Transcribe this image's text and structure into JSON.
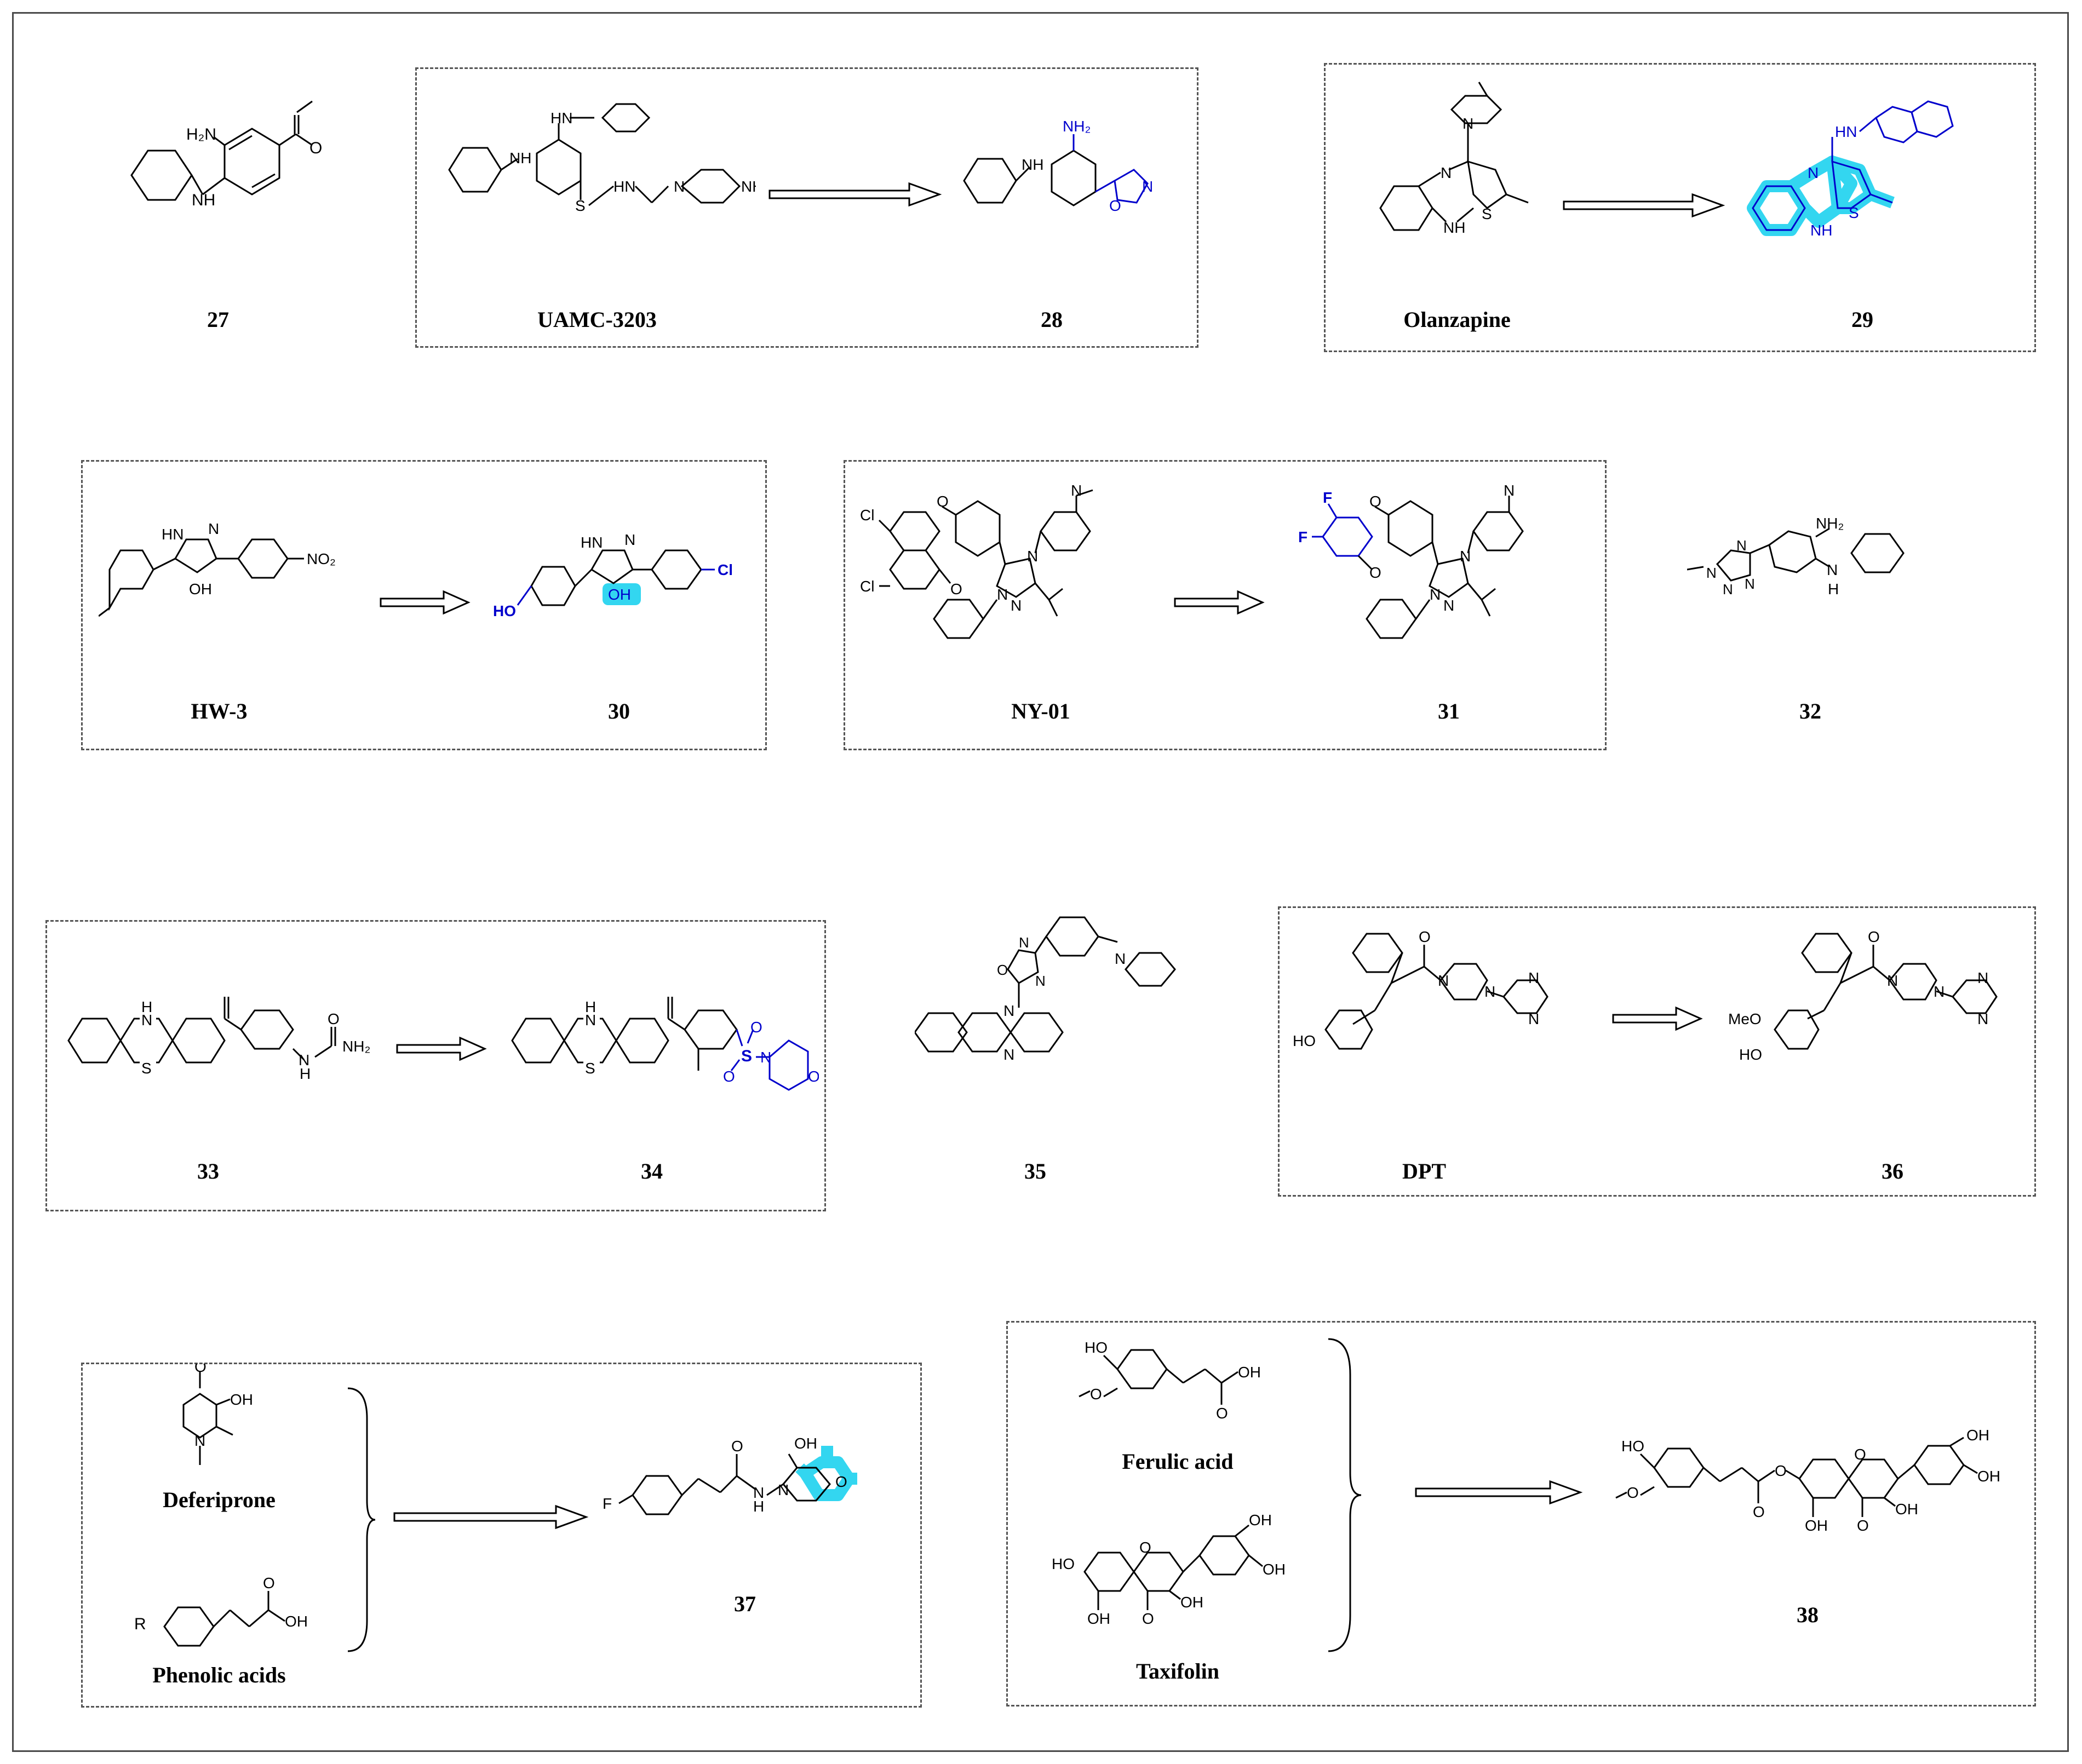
{
  "colors": {
    "bond": "#000000",
    "modified": "#0000cc",
    "highlight": "#33d6f0",
    "frame": "#4a4a4a",
    "panel_border": "#555555"
  },
  "labels": {
    "c27": "27",
    "uamc": "UAMC-3203",
    "c28": "28",
    "olanzapine": "Olanzapine",
    "c29": "29",
    "hw3": "HW-3",
    "c30": "30",
    "ny01": "NY-01",
    "c31": "31",
    "c32": "32",
    "c33": "33",
    "c34": "34",
    "c35": "35",
    "dpt": "DPT",
    "c36": "36",
    "deferiprone": "Deferiprone",
    "phenolic": "Phenolic acids",
    "c37": "37",
    "ferulic": "Ferulic acid",
    "taxifolin": "Taxifolin",
    "c38": "38"
  },
  "atoms": {
    "h2n": "H₂N",
    "nh": "NH",
    "n": "N",
    "h": "H",
    "o": "O",
    "oh": "OH",
    "ho": "HO",
    "s": "S",
    "nh2": "NH₂",
    "hn": "HN",
    "no2": "NO₂",
    "cl": "Cl",
    "f": "F",
    "meo": "MeO",
    "r": "R",
    "hn_n": "HN–N",
    "tetrazole_n": "N"
  }
}
